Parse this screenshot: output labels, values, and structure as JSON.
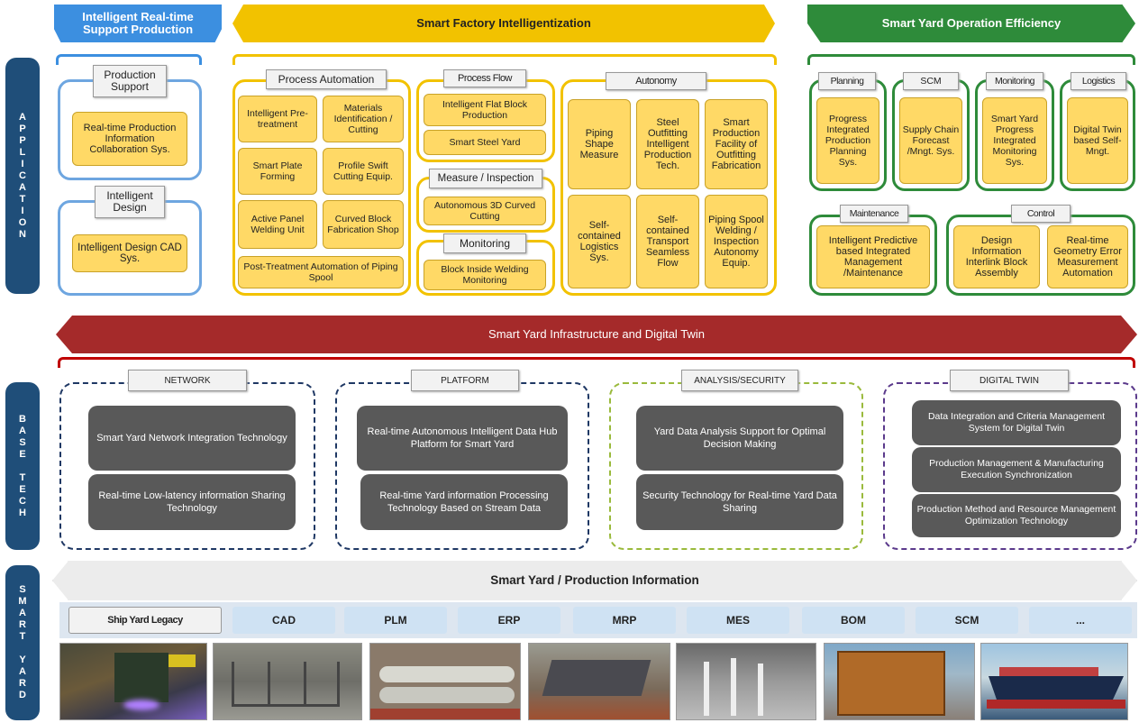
{
  "sidebars": {
    "application": "APPLICATION",
    "base_tech": "BASE TECH",
    "smart_yard": "SMART YARD"
  },
  "banners": {
    "realtime": "Intelligent Real-time Support Production",
    "factory": "Smart Factory Intelligentization",
    "yard_ops": "Smart Yard Operation Efficiency",
    "infra": "Smart Yard Infrastructure and Digital Twin",
    "prod_info": "Smart Yard / Production Information"
  },
  "support": {
    "production_title": "Production Support",
    "production_card": "Real-time Production Information Collaboration Sys.",
    "design_title": "Intelligent Design",
    "design_card": "Intelligent Design CAD Sys."
  },
  "process_automation": {
    "title": "Process Automation",
    "cards": [
      "Intelligent Pre-treatment",
      "Materials Identification / Cutting",
      "Smart Plate Forming",
      "Profile Swift Cutting Equip.",
      "Active Panel Welding Unit",
      "Curved Block Fabrication Shop",
      "Post-Treatment Automation of Piping Spool"
    ]
  },
  "process_flow": {
    "title": "Process Flow",
    "cards": [
      "Intelligent Flat Block Production",
      "Smart Steel Yard"
    ]
  },
  "measure": {
    "title": "Measure / Inspection",
    "cards": [
      "Autonomous 3D Curved Cutting"
    ]
  },
  "monitoring": {
    "title": "Monitoring",
    "cards": [
      "Block Inside Welding Monitoring"
    ]
  },
  "autonomy": {
    "title": "Autonomy",
    "cards": [
      "Piping Shape Measure",
      "Steel Outfitting Intelligent Production Tech.",
      "Smart Production Facility of Outfitting Fabrication",
      "Self-contained Logistics Sys.",
      "Self-contained Transport Seamless Flow",
      "Piping Spool Welding / Inspection Autonomy Equip."
    ]
  },
  "yard_ops": {
    "planning": {
      "title": "Planning",
      "card": "Progress Integrated Production Planning Sys."
    },
    "scm": {
      "title": "SCM",
      "card": "Supply Chain Forecast /Mngt. Sys."
    },
    "monitoring": {
      "title": "Monitoring",
      "card": "Smart Yard Progress Integrated Monitoring Sys."
    },
    "logistics": {
      "title": "Logistics",
      "card": "Digital Twin based Self-Mngt."
    },
    "maintenance": {
      "title": "Maintenance",
      "card": "Intelligent Predictive based Integrated Management /Maintenance"
    },
    "control": {
      "title": "Control",
      "cards": [
        "Design Information Interlink Block Assembly",
        "Real-time Geometry Error Measurement Automation"
      ]
    }
  },
  "base_tech": {
    "network": {
      "title": "NETWORK",
      "items": [
        "Smart Yard Network Integration Technology",
        "Real-time Low-latency information Sharing Technology"
      ]
    },
    "platform": {
      "title": "PLATFORM",
      "items": [
        "Real-time Autonomous Intelligent Data Hub Platform for Smart Yard",
        "Real-time Yard information Processing Technology Based on Stream Data"
      ]
    },
    "analysis": {
      "title": "ANALYSIS/SECURITY",
      "items": [
        "Yard Data Analysis Support for Optimal Decision Making",
        "Security Technology for Real-time Yard Data Sharing"
      ]
    },
    "digital_twin": {
      "title": "DIGITAL TWIN",
      "items": [
        "Data Integration and Criteria Management System for Digital Twin",
        "Production Management & Manufacturing Execution Synchronization",
        "Production Method and Resource Management Optimization Technology"
      ]
    }
  },
  "systems": [
    "Ship Yard Legacy",
    "CAD",
    "PLM",
    "ERP",
    "MRP",
    "MES",
    "BOM",
    "SCM",
    "..."
  ],
  "colors": {
    "blue": "#3c8fe0",
    "gold": "#f2c200",
    "green": "#2e8b3a",
    "red": "#a52a2a",
    "navy": "#1f4e79",
    "yellow_card": "#ffd966",
    "dark_card": "#595959"
  }
}
